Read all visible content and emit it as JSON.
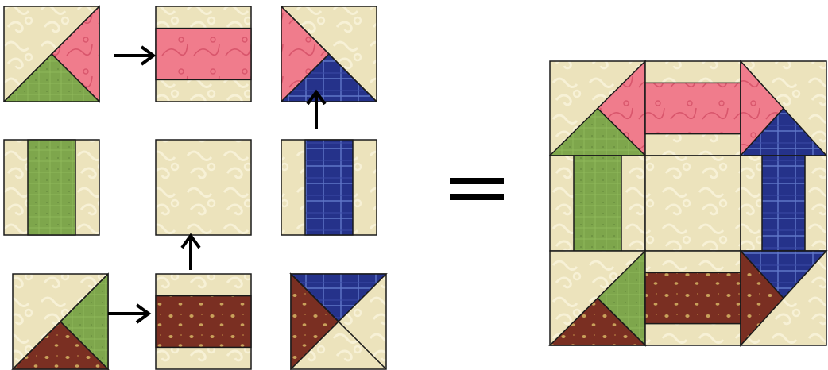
{
  "title": "",
  "colors": {
    "cream": "#ece3bc",
    "cream_swirl": "#f7f1d6",
    "pink": "#f07c8c",
    "pink_swirl": "#d9566c",
    "green": "#7ea64c",
    "green_dark": "#3f5a22",
    "navy": "#25328a",
    "navy_check": "#5f76c8",
    "brown": "#7a2f22",
    "brown_dot": "#c8a15a",
    "outline": "#1a1a1a",
    "arrow": "#000000"
  },
  "icons": {
    "arrow": "arrow-icon",
    "equals": "equals-sign-icon"
  },
  "blocks": [
    {
      "name": "half-square-triangle-pink-green-unit",
      "kind": "hst-left",
      "colors": [
        "pink",
        "green"
      ]
    },
    {
      "name": "pink-strip-unit",
      "kind": "h-strip",
      "colors": [
        "pink"
      ]
    },
    {
      "name": "half-square-triangle-pink-navy-unit",
      "kind": "hst-right",
      "colors": [
        "pink",
        "navy"
      ]
    },
    {
      "name": "green-strip-unit",
      "kind": "v-strip",
      "colors": [
        "green"
      ]
    },
    {
      "name": "center-square-unit",
      "kind": "plain",
      "colors": []
    },
    {
      "name": "navy-strip-unit",
      "kind": "v-strip",
      "colors": [
        "navy"
      ]
    },
    {
      "name": "half-square-triangle-green-brown-unit",
      "kind": "hst-left",
      "colors": [
        "green",
        "brown"
      ]
    },
    {
      "name": "brown-strip-unit",
      "kind": "h-strip",
      "colors": [
        "brown"
      ]
    },
    {
      "name": "half-square-triangle-navy-brown-unit",
      "kind": "hst-bottom-right",
      "colors": [
        "navy",
        "brown"
      ]
    }
  ],
  "arrows": [
    {
      "name": "arrow-right-top",
      "direction": "right"
    },
    {
      "name": "arrow-up-right-column",
      "direction": "up"
    },
    {
      "name": "arrow-up-center-column",
      "direction": "up"
    },
    {
      "name": "arrow-right-bottom",
      "direction": "right"
    }
  ],
  "result": {
    "name": "finished-quilt-block",
    "grid": "3x3"
  }
}
